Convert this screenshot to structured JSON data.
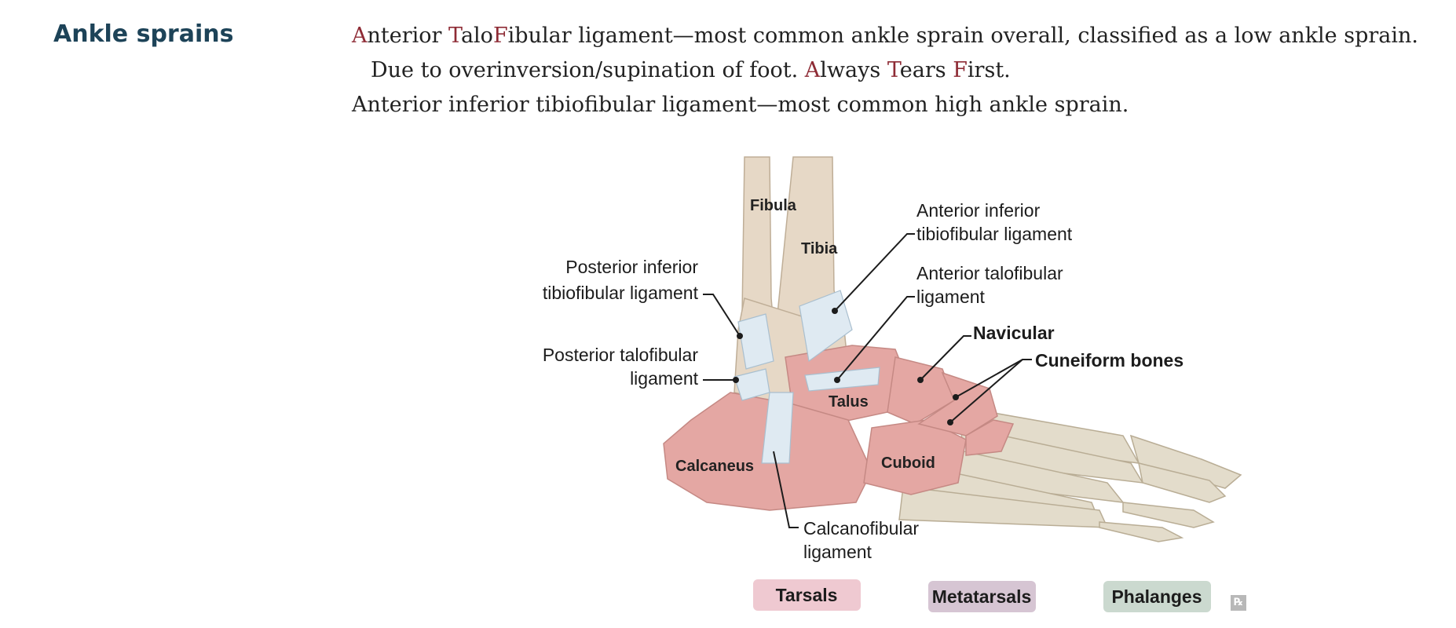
{
  "heading": "Ankle sprains",
  "text": {
    "line1_a1": "A",
    "line1_a2": "nterior ",
    "line1_t1": "T",
    "line1_t2": "alo",
    "line1_f1": "F",
    "line1_f2": "ibular ligament—most common ankle sprain overall, classified as a low ankle sprain.",
    "line2_pre": "Due to overinversion/supination of foot. ",
    "line2_a1": "A",
    "line2_a2": "lways ",
    "line2_t1": "T",
    "line2_t2": "ears ",
    "line2_f1": "F",
    "line2_f2": "irst.",
    "line3": "Anterior inferior tibiofibular ligament—most common high ankle sprain."
  },
  "diagram": {
    "bones": {
      "fibula": "Fibula",
      "tibia": "Tibia",
      "talus": "Talus",
      "calcaneus": "Calcaneus",
      "cuboid": "Cuboid"
    },
    "callouts": {
      "aitfl_1": "Anterior inferior",
      "aitfl_2": "tibiofibular ligament",
      "atfl_1": "Anterior talofibular",
      "atfl_2": "ligament",
      "navicular": "Navicular",
      "cuneiform": "Cuneiform bones",
      "pitfl_1": "Posterior inferior",
      "pitfl_2": "tibiofibular ligament",
      "ptfl_1": "Posterior talofibular",
      "ptfl_2": "ligament",
      "cfl_1": "Calcanofibular",
      "cfl_2": "ligament"
    },
    "legend": [
      {
        "label": "Tarsals",
        "color": "#efc9d1"
      },
      {
        "label": "Metatarsals",
        "color": "#d6c5d3"
      },
      {
        "label": "Phalanges",
        "color": "#cbd9cf"
      }
    ],
    "colors": {
      "tarsal_bone": "#e4a7a3",
      "leg_bone": "#e6d8c6",
      "ligament": "#dfeaf2",
      "accent_text": "#8e2b35",
      "heading": "#1d4358"
    }
  },
  "corner_icon": "℞"
}
